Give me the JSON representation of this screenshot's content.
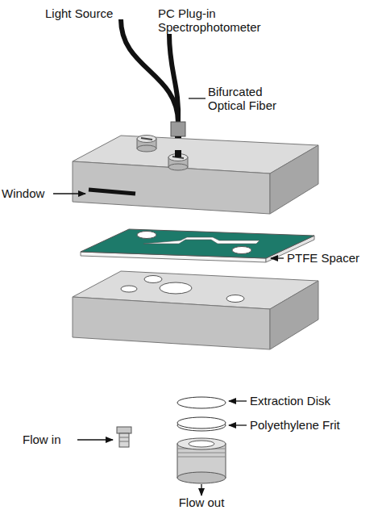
{
  "diagram": {
    "labels": [
      "Light Source",
      "PC Plug-in Spectrophotometer",
      "Bifurcated Optical Fiber",
      "Window",
      "PTFE Spacer",
      "Extraction Disk",
      "Polyethylene Frit",
      "Flow in",
      "Flow out"
    ]
  }
}
